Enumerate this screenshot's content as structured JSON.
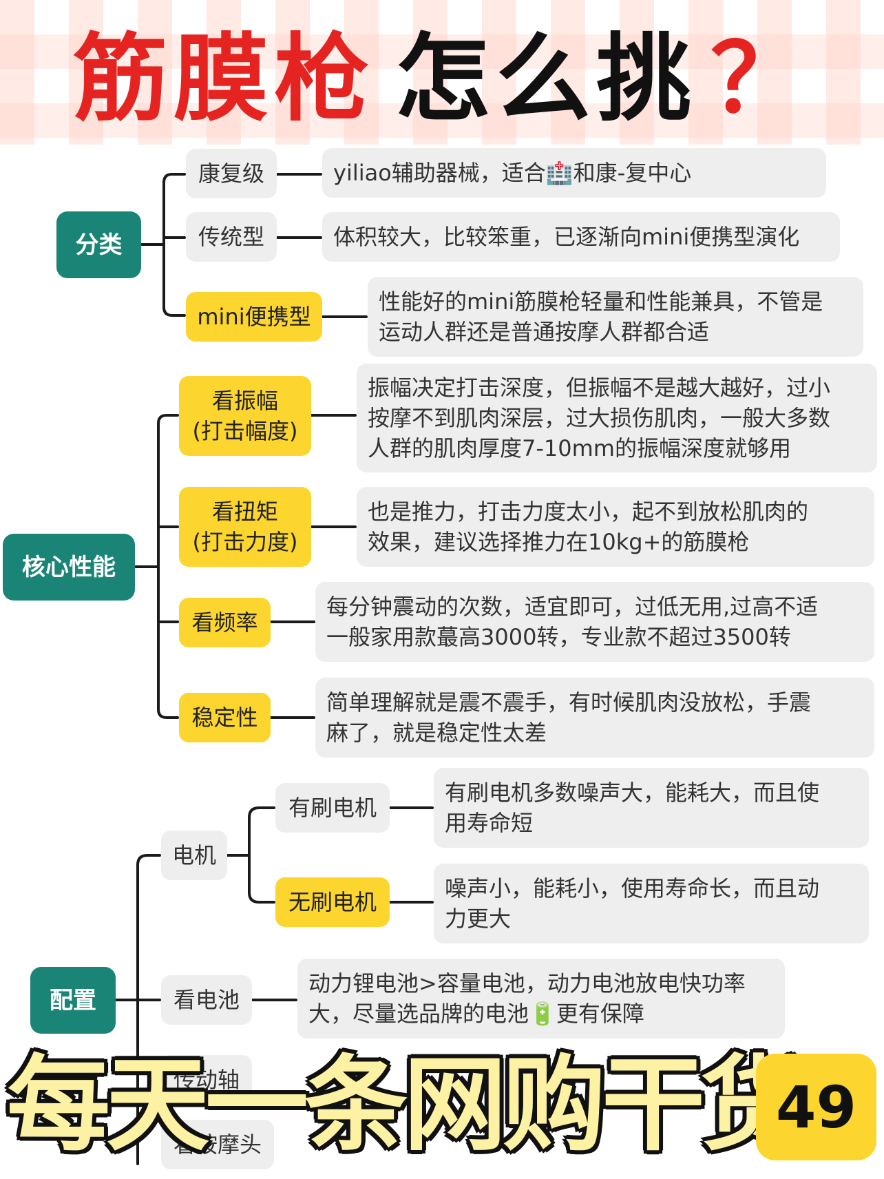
{
  "title": {
    "part1": "筋膜枪",
    "part2": "怎么挑",
    "part3": "？"
  },
  "sections": {
    "classification": {
      "label": "分类",
      "items": [
        {
          "label": "康复级",
          "desc": [
            "yiliao辅助器械，适合🏥和康-复中心"
          ]
        },
        {
          "label": "传统型",
          "desc": [
            "体积较大，比较笨重，已逐渐向mini便携型演化"
          ]
        },
        {
          "label": "mini便携型",
          "desc": [
            "性能好的mini筋膜枪轻量和性能兼具，不管是",
            "运动人群还是普通按摩人群都合适"
          ]
        }
      ]
    },
    "core": {
      "label": "核心性能",
      "items": [
        {
          "label": [
            "看振幅",
            "(打击幅度)"
          ],
          "desc": [
            "振幅决定打击深度，但振幅不是越大越好，过小",
            "按摩不到肌肉深层，过大损伤肌肉，一般大多数",
            "人群的肌肉厚度7-10mm的振幅深度就够用"
          ]
        },
        {
          "label": [
            "看扭矩",
            "(打击力度)"
          ],
          "desc": [
            "也是推力，打击力度太小，起不到放松肌肉的",
            "效果，建议选择推力在10kg+的筋膜枪"
          ]
        },
        {
          "label": "看频率",
          "desc": [
            "每分钟震动的次数，适宜即可，过低无用,过高不适",
            "一般家用款蕞高3000转，专业款不超过3500转"
          ]
        },
        {
          "label": "稳定性",
          "desc": [
            "简单理解就是震不震手，有时候肌肉没放松，手震",
            "麻了，就是稳定性太差"
          ]
        }
      ]
    },
    "config": {
      "label": "配置",
      "motor": {
        "label": "电机",
        "items": [
          {
            "label": "有刷电机",
            "desc": [
              "有刷电机多数噪声大，能耗大，而且使",
              "用寿命短"
            ]
          },
          {
            "label": "无刷电机",
            "desc": [
              "噪声小，能耗小，使用寿命长，而且动",
              "力更大"
            ]
          }
        ]
      },
      "battery": {
        "label": "看电池",
        "desc": [
          "动力锂电池>容量电池，动力电池放电快功率",
          "大，尽量选品牌的电池🔋更有保障"
        ]
      },
      "shaft": {
        "label": "传动轴"
      },
      "heads": {
        "label": "看按摩头"
      }
    }
  },
  "banner": {
    "text": "每天一条网购干货",
    "number": "49"
  },
  "colors": {
    "teal": "#1a8577",
    "yellow": "#fcd52e",
    "red": "#e52421",
    "grey_box": "#eeeeee"
  }
}
